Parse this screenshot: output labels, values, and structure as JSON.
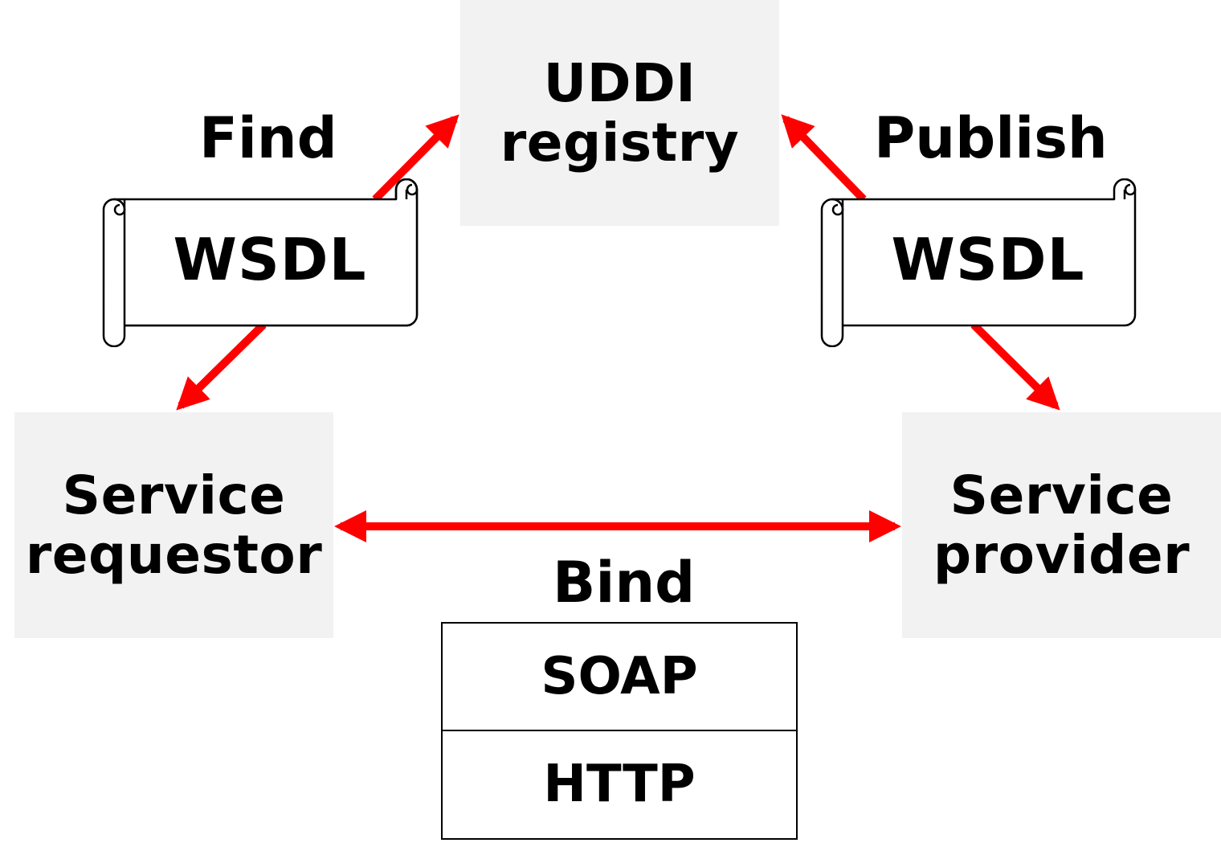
{
  "nodes": {
    "uddi": {
      "line1": "UDDI",
      "line2": "registry"
    },
    "requestor": {
      "line1": "Service",
      "line2": "requestor"
    },
    "provider": {
      "line1": "Service",
      "line2": "provider"
    }
  },
  "actions": {
    "find": "Find",
    "publish": "Publish",
    "bind": "Bind"
  },
  "documents": {
    "find_doc": "WSDL",
    "publish_doc": "WSDL"
  },
  "protocol_stack": {
    "top": "SOAP",
    "bottom": "HTTP"
  },
  "colors": {
    "arrow": "#ff0000",
    "box_fill": "#f2f2f2",
    "text": "#000000"
  }
}
